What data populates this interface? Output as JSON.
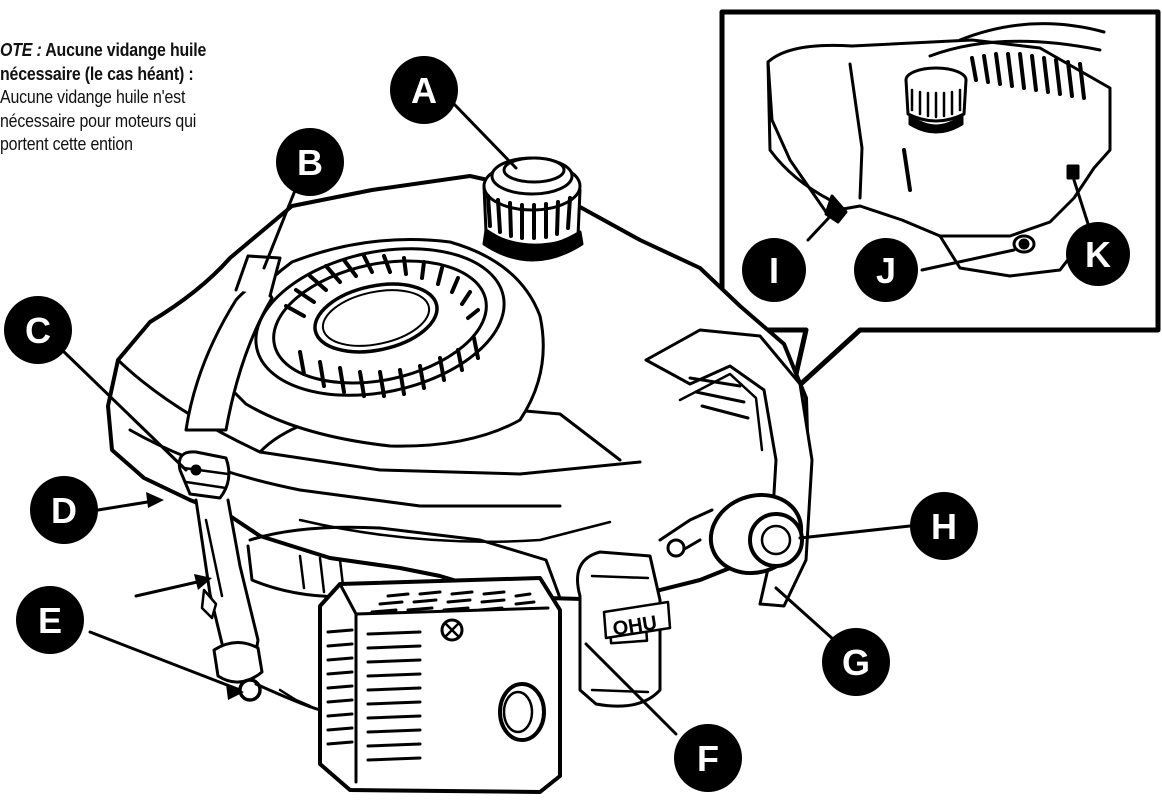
{
  "note": {
    "lead": "OTE :",
    "bold_text": " Aucune vidange huile nécessaire (le cas héant) :",
    "text": " Aucune vidange huile n'est nécessaire pour moteurs qui portent cette ention"
  },
  "callouts": [
    "A",
    "B",
    "C",
    "D",
    "E",
    "F",
    "G",
    "H",
    "I",
    "J",
    "K"
  ],
  "engine_marking": "OHU",
  "colors": {
    "ink": "#000000",
    "paper": "#ffffff"
  }
}
